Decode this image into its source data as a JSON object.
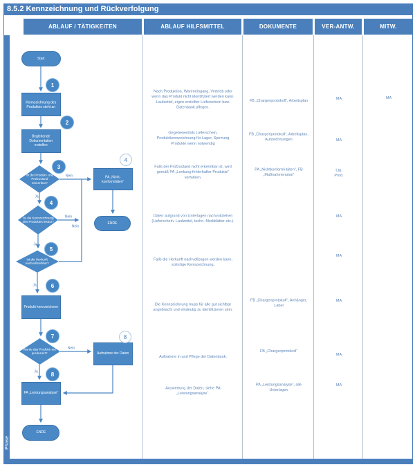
{
  "title": "8.5.2 Kennzeichnung und Rückverfolgung",
  "phase": "Phase",
  "header": {
    "col1": "ABLAUF / TÄTIGKEITEN",
    "col2": "ABLAUF HILFSMITTEL",
    "col3": "DOKUMENTE",
    "col4": "VER-ANTW.",
    "col5": "MITW."
  },
  "flow": {
    "start": "Start",
    "ende": "ENDE",
    "yes": "Ja",
    "no": "Nein",
    "step1": "Kennzeichnung des Produktes steht an",
    "step2": "Begleitende Dokumentation erstellen",
    "dec1": "Ist der Produkt- und Prüfzustand erkennbar?",
    "pa_nonconf": "PA „Nicht-konformitäten“",
    "dec2": "Ist die Kennzeichnung des Produktes lesbar?",
    "dec3": "Ist die Herkunft nachvollziehbar?",
    "step3": "Produkt kennzeichnen",
    "dec4": "Wurde das Produkt neu produziert?",
    "aufnahme": "Aufnahme der Daten",
    "step4": "PA „Leistungsanalyse“",
    "badges": [
      "1",
      "2",
      "3",
      "4",
      "5",
      "6",
      "7",
      "8"
    ],
    "white_badges": [
      "4",
      "8"
    ]
  },
  "aids": [
    "Nach Produktion, Wareneingang, Vertrieb oder wenn das Produkt nicht identifiziert werden kann. Laufzettel, eigen erstellter Lieferschein bzw. Datenbank pflegen.",
    "Gegebenenfalls Lieferschein, Produktkennzeichnung für Lager, Sperrung Produkte wenn notwendig",
    "Falls der Prüfzustand nicht erkennbar ist, wird gemäß PA „Lenkung fehlerhafter Produkte“ verfahren.",
    "Daten aufgrund von Unterlagen nachvollziehen (Lieferschein, Laufzettel, techn. Merkblätter etc.).",
    "Falls die Herkunft nachvollzogen werden kann, sofortige Kennzeichnung.",
    "Die Kennzeichnung muss für alle gut sichtbar angebracht und eindeutig zu identifizieren sein.",
    "Aufnahme in und Pflege der Datenbank.",
    "Auswertung der Daten, siehe PA „Leistungsanalyse“."
  ],
  "documents": [
    "FB „Chargenprotokoll“, Arbeitsplan",
    "FB „Chargenprotokoll“, Arbeitsplan, Aufzeichnungen",
    "PA „Nichtkonformi-täten“, FB „Maßnahmenplan“",
    "FB „Chargenprotokoll“, Anhänger, Label",
    "FB „Chargenprotokoll“",
    "PA „Leistungsanalyse“, alle Unterlagen"
  ],
  "responsible": [
    "MA",
    "MA",
    "Ltg.\nProd.",
    "MA",
    "MA",
    "MA",
    "MA",
    "MA"
  ],
  "participation": [
    "MA"
  ],
  "colors": {
    "accent": "#4a7fbc",
    "shape_fill": "#4a89c6",
    "connector": "#4a86c4",
    "muted_text": "#5d85b8",
    "grid_line": "#b6c2d3"
  }
}
